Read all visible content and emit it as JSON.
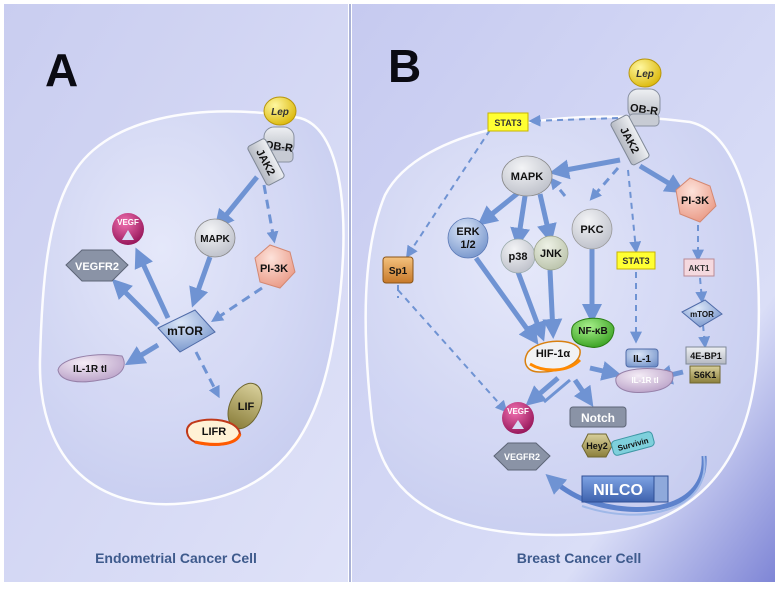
{
  "panels": {
    "a": {
      "letter": "A",
      "caption": "Endometrial Cancer Cell"
    },
    "b": {
      "letter": "B",
      "caption": "Breast Cancer Cell"
    }
  },
  "nodes": {
    "lep": "Lep",
    "obr": "OB-R",
    "jak2": "JAK2",
    "mapk": "MAPK",
    "pi3k": "PI-3K",
    "mtor": "mTOR",
    "vegf": "VEGF",
    "vegfr2": "VEGFR2",
    "il1rt1": "IL-1R tI",
    "lif": "LIF",
    "lifr": "LIFR",
    "stat3": "STAT3",
    "sp1": "Sp1",
    "erk": "ERK",
    "erk2": "1/2",
    "p38": "p38",
    "jnk": "JNK",
    "pkc": "PKC",
    "nfkb": "NF-κB",
    "hif1a": "HIF-1α",
    "akt1": "AKT1",
    "ebp1": "4E-BP1",
    "s6k1": "S6K1",
    "il1": "IL-1",
    "notch": "Notch",
    "hey2": "Hey2",
    "survivin": "Survivin",
    "nilco": "NILCO"
  },
  "colors": {
    "background_panel": "#c7ccf0",
    "cell_fill": "#d6dbf5",
    "arrow": "#6f93d3",
    "caption": "#3e5a8c",
    "stat3": "#ffff33",
    "vegf": "#b0186a",
    "nfkb": "#44b92c",
    "pi3k": "#f2b7a8",
    "nilco": "#4f78c7"
  }
}
